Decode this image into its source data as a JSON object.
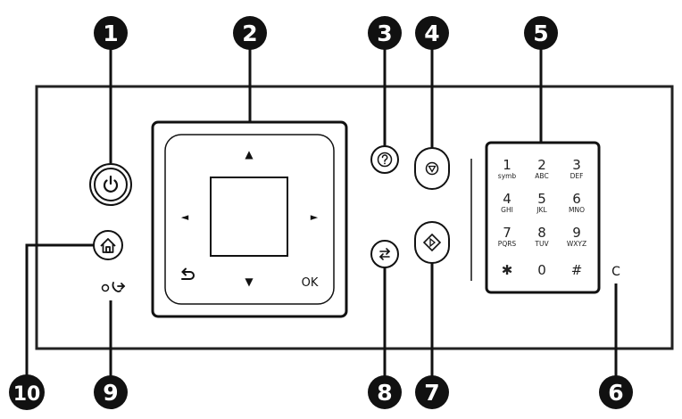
{
  "callouts": [
    {
      "id": "1",
      "label": "1"
    },
    {
      "id": "2",
      "label": "2"
    },
    {
      "id": "3",
      "label": "3"
    },
    {
      "id": "4",
      "label": "4"
    },
    {
      "id": "5",
      "label": "5"
    },
    {
      "id": "6",
      "label": "6"
    },
    {
      "id": "7",
      "label": "7"
    },
    {
      "id": "8",
      "label": "8"
    },
    {
      "id": "9",
      "label": "9"
    },
    {
      "id": "10",
      "label": "10"
    }
  ],
  "dpad": {
    "up": "▲",
    "down": "▼",
    "left": "◄",
    "right": "►",
    "back": "⮌",
    "ok": "OK"
  },
  "keypad": [
    {
      "num": "1",
      "sub": "symb"
    },
    {
      "num": "2",
      "sub": "ABC"
    },
    {
      "num": "3",
      "sub": "DEF"
    },
    {
      "num": "4",
      "sub": "GHI"
    },
    {
      "num": "5",
      "sub": "JKL"
    },
    {
      "num": "6",
      "sub": "MNO"
    },
    {
      "num": "7",
      "sub": "PQRS"
    },
    {
      "num": "8",
      "sub": "TUV"
    },
    {
      "num": "9",
      "sub": "WXYZ"
    },
    {
      "num": "✱",
      "sub": ""
    },
    {
      "num": "0",
      "sub": ""
    },
    {
      "num": "#",
      "sub": ""
    }
  ],
  "clear_label": "C",
  "icons": {
    "power": "power-icon",
    "help": "help-icon",
    "stop": "stop-icon",
    "start": "start-icon",
    "switch": "switch-icon",
    "home": "home-icon",
    "fax_indicator": "fax-icon"
  }
}
